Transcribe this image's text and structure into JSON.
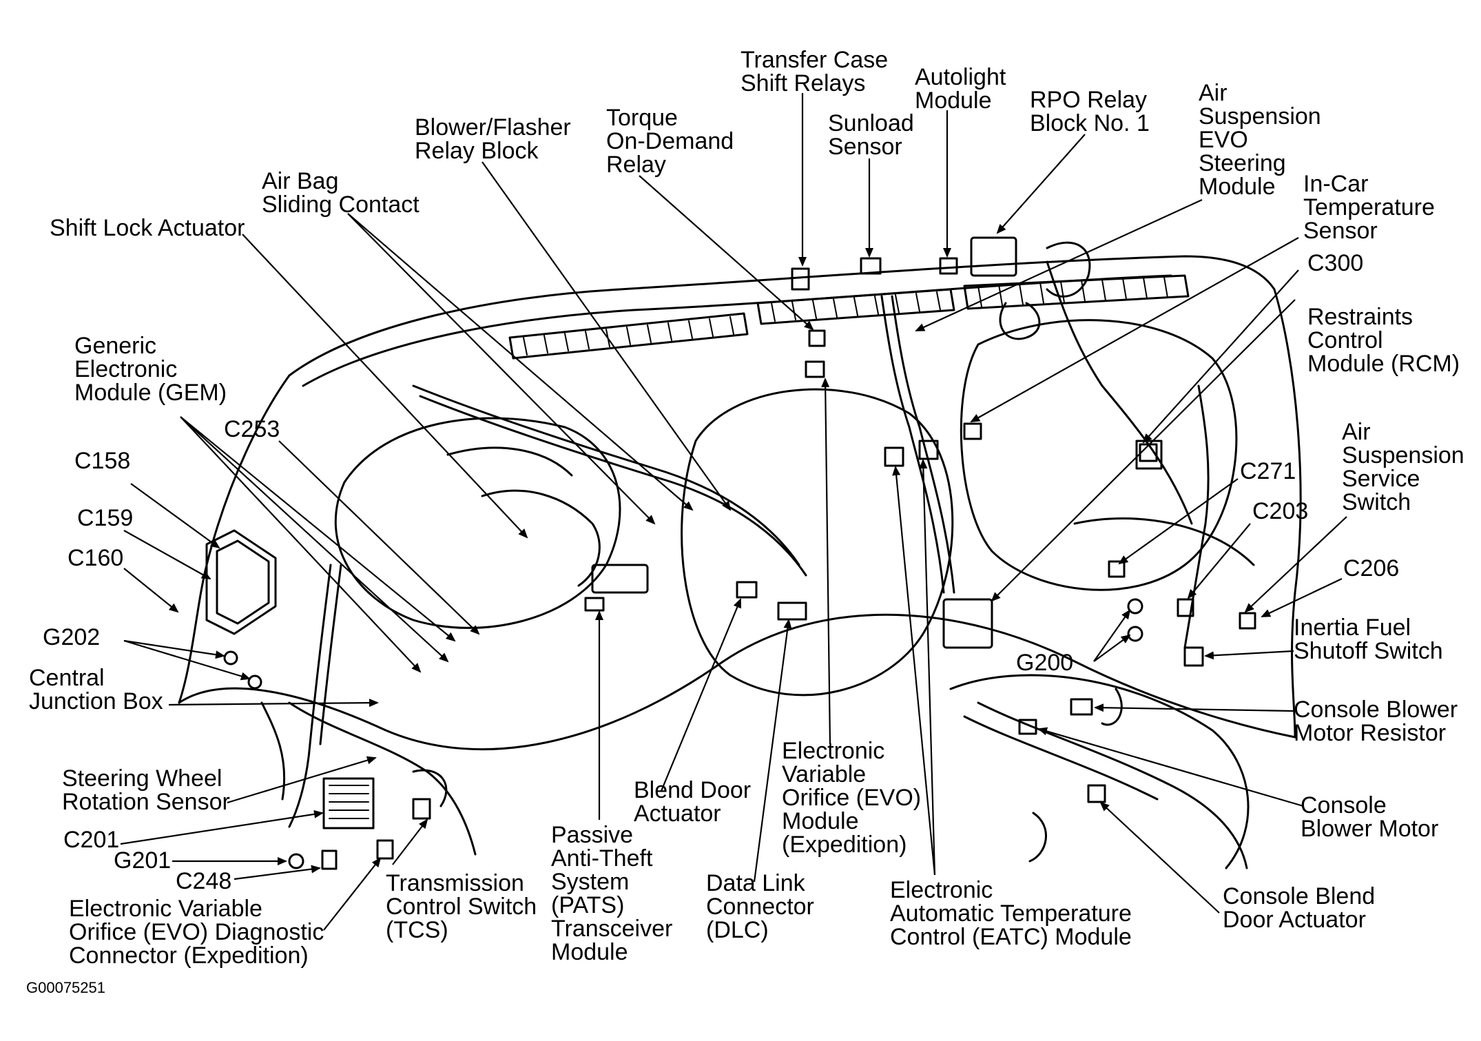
{
  "labels": {
    "transfer_case": "Transfer Case\nShift Relays",
    "autolight": "Autolight\nModule",
    "rpo_relay": "RPO Relay\nBlock No. 1",
    "air_susp_evo": "Air\nSuspension\nEVO\nSteering\nModule",
    "sunload": "Sunload\nSensor",
    "torque": "Torque\nOn-Demand\nRelay",
    "blower_flasher": "Blower/Flasher\nRelay Block",
    "air_bag": "Air Bag\nSliding Contact",
    "shift_lock": "Shift Lock Actuator",
    "in_car_temp": "In-Car\nTemperature\nSensor",
    "c300": "C300",
    "restraints": "Restraints\nControl\nModule (RCM)",
    "gem": "Generic\nElectronic\nModule (GEM)",
    "c253": "C253",
    "c158": "C158",
    "c159": "C159",
    "c160": "C160",
    "g202": "G202",
    "central_jb": "Central\nJunction Box",
    "c271": "C271",
    "air_susp_service": "Air\nSuspension\nService\nSwitch",
    "c203": "C203",
    "c206": "C206",
    "inertia": "Inertia Fuel\nShutoff Switch",
    "g200": "G200",
    "console_blower_resistor": "Console Blower\nMotor Resistor",
    "console_blower_motor": "Console\nBlower Motor",
    "console_blend": "Console Blend\nDoor Actuator",
    "steering_wheel": "Steering Wheel\nRotation Sensor",
    "c201": "C201",
    "g201": "G201",
    "c248": "C248",
    "evo_diag": "Electronic Variable\nOrifice (EVO) Diagnostic\nConnector (Expedition)",
    "tcs": "Transmission\nControl Switch\n(TCS)",
    "pats": "Passive\nAnti-Theft\nSystem\n(PATS)\nTransceiver\nModule",
    "blend_door": "Blend Door\nActuator",
    "dlc": "Data Link\nConnector\n(DLC)",
    "evo_module": "Electronic\nVariable\nOrifice (EVO)\nModule\n(Expedition)",
    "eatc": "Electronic\nAutomatic Temperature\nControl (EATC) Module",
    "figure_code": "G00075251"
  },
  "colors": {
    "ink": "#000000",
    "paper": "#ffffff"
  }
}
